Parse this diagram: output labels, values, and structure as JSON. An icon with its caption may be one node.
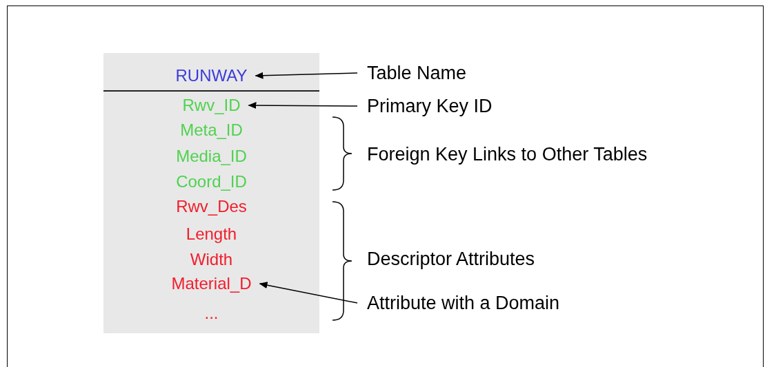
{
  "diagram": {
    "nodes": [
      {
        "text": [],
        "shape": "box"
      },
      {
        "text": [
          "RUNWAY"
        ],
        "in": 0
      },
      {
        "text": [
          "Rwv_ID"
        ],
        "in": 0
      },
      {
        "text": [
          "Meta_ID"
        ],
        "in": 0
      },
      {
        "text": [
          "Media_ID"
        ],
        "in": 0
      },
      {
        "text": [
          "Coord_ID"
        ],
        "in": 0
      },
      {
        "text": [
          "Rwv_Des"
        ],
        "in": 0
      },
      {
        "text": [
          "Length"
        ],
        "in": 0
      },
      {
        "text": [
          "Width"
        ],
        "in": 0
      },
      {
        "text": [
          "Material_D"
        ],
        "in": 0
      },
      {
        "text": [
          "..."
        ],
        "in": 0
      },
      {
        "text": [
          "Table Name"
        ]
      },
      {
        "text": [
          "Primary Key ID"
        ]
      },
      {
        "text": [
          "Attribute with a Domain"
        ]
      }
    ],
    "edges": [
      {
        "from": 11,
        "to": 1,
        "arrow": "to"
      },
      {
        "from": 12,
        "to": 2,
        "arrow": "to"
      },
      {
        "from": 13,
        "to": 9,
        "arrow": "to"
      }
    ],
    "labels": [
      "Foreign Key Links to Other Tables",
      "Descriptor Attributes"
    ]
  }
}
